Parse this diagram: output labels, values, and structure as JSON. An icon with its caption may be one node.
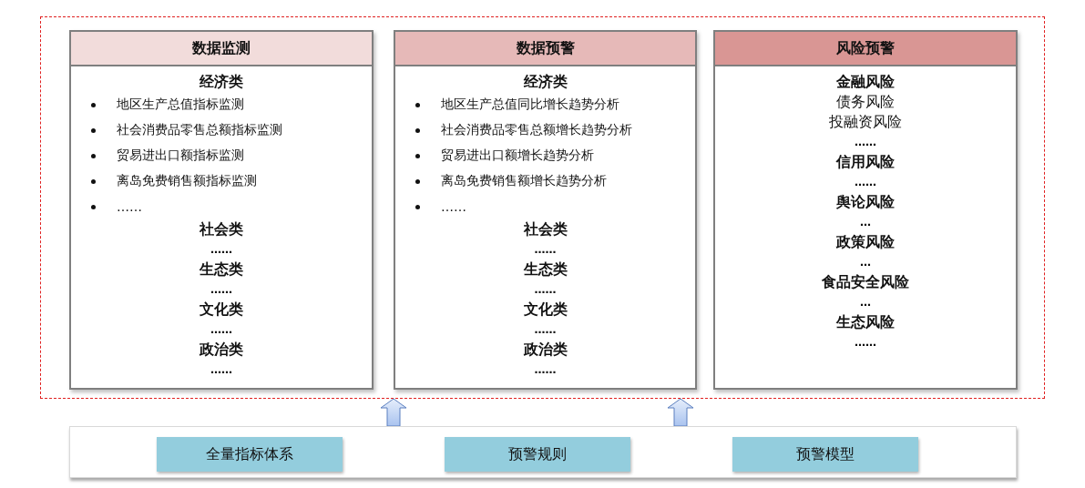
{
  "diagram": {
    "nodes": [
      {
        "text": [],
        "shape": "box"
      },
      {
        "text": [
          "数据监测",
          "经济类",
          "地区生产总值指标监测",
          "社会消费品零售总额指标监测",
          "贸易进出口额指标监测",
          "离岛免费销售额指标监测",
          "……",
          "社会类",
          "……",
          "生态类",
          "……",
          "文化类",
          "……",
          "政治类",
          "……"
        ],
        "in": 0
      },
      {
        "text": [
          "数据预警",
          "经济类",
          "地区生产总值同比增长趋势分析",
          "社会消费品零售总额增长趋势分析",
          "贸易进出口额增长趋势分析",
          "离岛免费销售额增长趋势分析",
          "……",
          "社会类",
          "……",
          "生态类",
          "……",
          "文化类",
          "……",
          "政治类",
          "……"
        ],
        "in": 0
      },
      {
        "text": [
          "风险预警",
          "金融风险",
          "债务风险",
          "投融资风险",
          "……",
          "信用风险",
          "……",
          "舆论风险",
          "…",
          "政策风险",
          "…",
          "食品安全风险",
          "…",
          "生态风险",
          "……"
        ],
        "in": 0
      },
      {
        "text": [],
        "shape": "box"
      },
      {
        "text": [
          "全量指标体系"
        ],
        "in": 4
      },
      {
        "text": [
          "预警规则"
        ],
        "in": 4
      },
      {
        "text": [
          "预警模型"
        ],
        "in": 4
      }
    ],
    "edges": [
      {
        "from": 4,
        "to": 0,
        "arrow": "to",
        "style": "thick"
      },
      {
        "from": 4,
        "to": 0,
        "arrow": "to",
        "style": "thick"
      }
    ]
  }
}
